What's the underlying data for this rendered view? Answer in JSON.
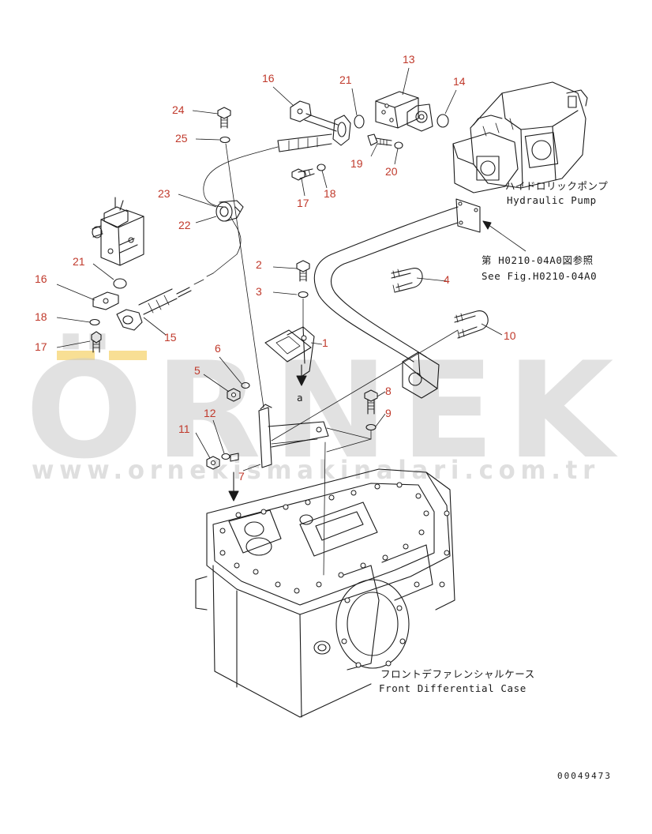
{
  "labels": [
    {
      "id": "1",
      "text": "1"
    },
    {
      "id": "2",
      "text": "2"
    },
    {
      "id": "3",
      "text": "3"
    },
    {
      "id": "4",
      "text": "4"
    },
    {
      "id": "5",
      "text": "5"
    },
    {
      "id": "6",
      "text": "6"
    },
    {
      "id": "7",
      "text": "7"
    },
    {
      "id": "8",
      "text": "8"
    },
    {
      "id": "9",
      "text": "9"
    },
    {
      "id": "10",
      "text": "10"
    },
    {
      "id": "11",
      "text": "11"
    },
    {
      "id": "12",
      "text": "12"
    },
    {
      "id": "13",
      "text": "13"
    },
    {
      "id": "14",
      "text": "14"
    },
    {
      "id": "15",
      "text": "15"
    },
    {
      "id": "16a",
      "text": "16"
    },
    {
      "id": "16b",
      "text": "16"
    },
    {
      "id": "17a",
      "text": "17"
    },
    {
      "id": "17b",
      "text": "17"
    },
    {
      "id": "18a",
      "text": "18"
    },
    {
      "id": "18b",
      "text": "18"
    },
    {
      "id": "19",
      "text": "19"
    },
    {
      "id": "20",
      "text": "20"
    },
    {
      "id": "21a",
      "text": "21"
    },
    {
      "id": "21b",
      "text": "21"
    },
    {
      "id": "22",
      "text": "22"
    },
    {
      "id": "23",
      "text": "23"
    },
    {
      "id": "24",
      "text": "24"
    },
    {
      "id": "25",
      "text": "25"
    }
  ],
  "callouts": {
    "hydraulic_pump_jp": "ハイドロリックポンプ",
    "hydraulic_pump_en": "Hydraulic Pump",
    "see_fig_jp": "第 H0210-04A0図参照",
    "see_fig_en": "See Fig.H0210-04A0",
    "front_diff_jp": "フロントデファレンシャルケース",
    "front_diff_en": "Front Differential Case",
    "section_mark": "a"
  },
  "drawing_code": "00049473",
  "watermark": {
    "brand": "ÖRNEK",
    "url": "www.ornekismakinalari.com.tr"
  },
  "colors": {
    "label_red": "#c0392b",
    "line": "#1a1a1a",
    "watermark_gray": "#c9c9c9",
    "watermark_yellow": "#f2c43d"
  }
}
